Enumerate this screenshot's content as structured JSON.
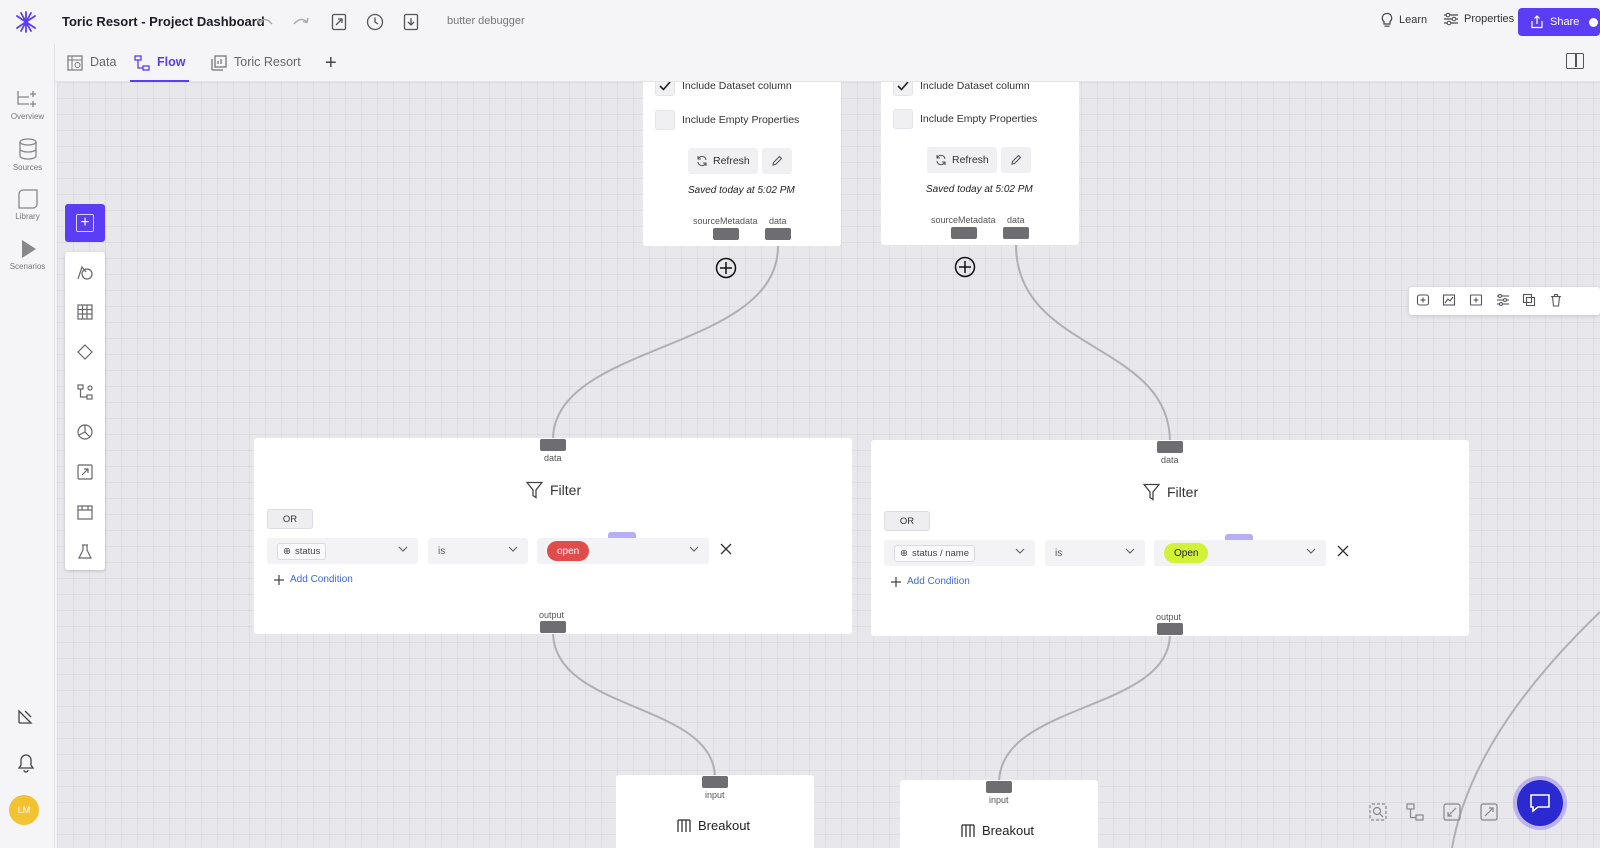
{
  "app": {
    "project_title": "Toric Resort - Project Dashboard",
    "debugger_label": "butter debugger",
    "learn_label": "Learn",
    "properties_label": "Properties",
    "share_label": "Share",
    "accent_color": "#5b3df5"
  },
  "tabs": [
    {
      "label": "Data",
      "icon": "data-table-icon",
      "active": false
    },
    {
      "label": "Flow",
      "icon": "flow-icon",
      "active": true
    },
    {
      "label": "Toric Resort",
      "icon": "chart-icon",
      "active": false
    }
  ],
  "leftnav": {
    "items": [
      {
        "label": "Overview",
        "icon": "overview-icon"
      },
      {
        "label": "Sources",
        "icon": "database-icon"
      },
      {
        "label": "Library",
        "icon": "library-icon"
      },
      {
        "label": "Scenarios",
        "icon": "play-icon"
      }
    ],
    "avatar_initials": "LM"
  },
  "source_nodes": [
    {
      "include_dataset_label": "Include Dataset column",
      "include_dataset_checked": true,
      "include_empty_label": "Include Empty Properties",
      "include_empty_checked": false,
      "refresh_label": "Refresh",
      "saved_text": "Saved today at 5:02 PM",
      "port_source_metadata": "sourceMetadata",
      "port_data": "data"
    },
    {
      "include_dataset_label": "Include Dataset column",
      "include_dataset_checked": true,
      "include_empty_label": "Include Empty Properties",
      "include_empty_checked": false,
      "refresh_label": "Refresh",
      "saved_text": "Saved today at 5:02 PM",
      "port_source_metadata": "sourceMetadata",
      "port_data": "data"
    }
  ],
  "filter_nodes": [
    {
      "title": "Filter",
      "input_port": "data",
      "output_port": "output",
      "logic_label": "OR",
      "field": "status",
      "operator": "is",
      "value": "open",
      "value_color": "#e04b4b",
      "add_condition_label": "Add Condition"
    },
    {
      "title": "Filter",
      "input_port": "data",
      "output_port": "output",
      "logic_label": "OR",
      "field": "status / name",
      "operator": "is",
      "value": "Open",
      "value_color": "#d2f23a",
      "add_condition_label": "Add Condition"
    }
  ],
  "breakout_nodes": [
    {
      "title": "Breakout",
      "input_port": "input"
    },
    {
      "title": "Breakout",
      "input_port": "input"
    }
  ]
}
